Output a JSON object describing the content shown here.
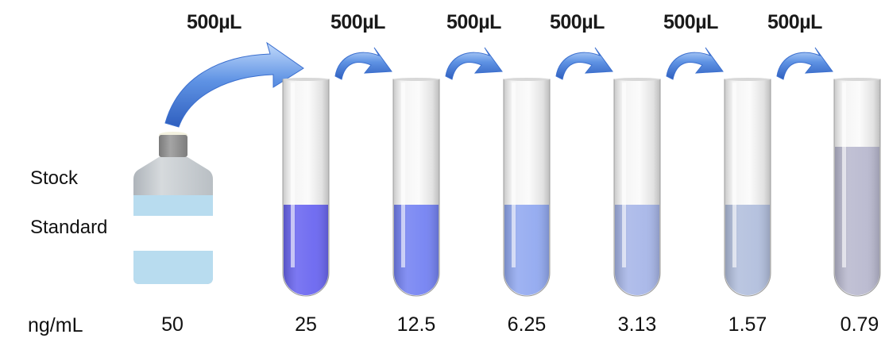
{
  "side_labels": {
    "stock": "Stock",
    "standard": "Standard"
  },
  "unit_label": "ng/mL",
  "stock": {
    "concentration": "50"
  },
  "transfer_volume": "500µL",
  "tubes": [
    {
      "concentration": "25",
      "fill": "#6a66f0"
    },
    {
      "concentration": "12.5",
      "fill": "#7482f2"
    },
    {
      "concentration": "6.25",
      "fill": "#92a9f0"
    },
    {
      "concentration": "3.13",
      "fill": "#a7b6e8"
    },
    {
      "concentration": "1.57",
      "fill": "#b2bfdd"
    },
    {
      "concentration": "0.79",
      "fill": "#b9b9cf"
    }
  ],
  "colors": {
    "arrow": "#4a7fd8",
    "arrow_light": "#a9c8f5",
    "bottle_band": "#b8dcef",
    "bottle_body": "#c6cbd0",
    "cap": "#8f8f8f"
  }
}
